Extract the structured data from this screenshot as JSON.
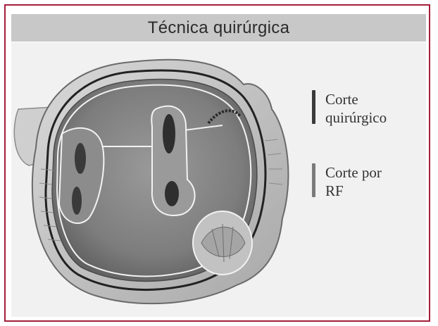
{
  "figure": {
    "title": "Técnica quirúrgica",
    "border_color": "#a31e3a",
    "title_bar_color": "#c8c8c8"
  },
  "legend": {
    "items": [
      {
        "label": "Corte\nquirúrgico",
        "color": "#3a3a3a"
      },
      {
        "label": "Corte por\nRF",
        "color": "#7a7a7a"
      }
    ]
  }
}
